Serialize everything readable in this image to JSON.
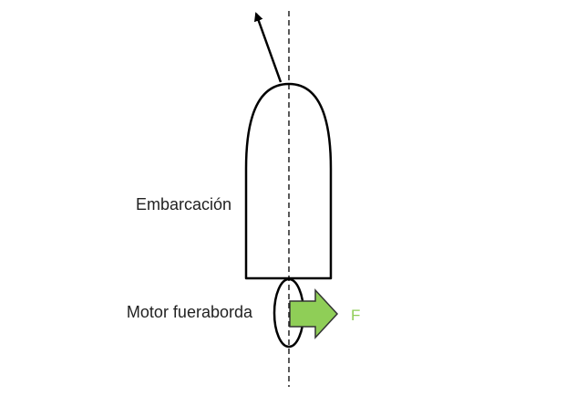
{
  "labels": {
    "boat": "Embarcación",
    "motor": "Motor fueraborda",
    "force": "F"
  },
  "colors": {
    "stroke": "#000000",
    "force_fill": "#8fce57",
    "force_stroke": "#333333",
    "force_label": "#8fce57",
    "label_text": "#222222",
    "background": "#ffffff"
  }
}
